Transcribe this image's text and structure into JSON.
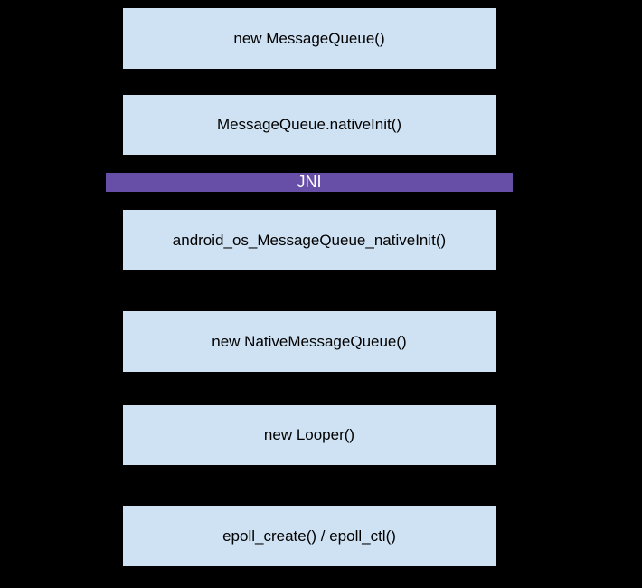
{
  "diagram": {
    "nodes": [
      {
        "label": "new MessageQueue()"
      },
      {
        "label": "MessageQueue.nativeInit()"
      },
      {
        "label": "android_os_MessageQueue_nativeInit()"
      },
      {
        "label": "new NativeMessageQueue()"
      },
      {
        "label": "new Looper()"
      },
      {
        "label": "epoll_create() / epoll_ctl()"
      }
    ],
    "divider": {
      "label": "JNI"
    },
    "colors": {
      "background": "#000000",
      "node_fill": "#cfe2f3",
      "node_border": "#000000",
      "node_text": "#000000",
      "divider_fill": "#674ea7",
      "divider_text": "#ffffff"
    }
  }
}
